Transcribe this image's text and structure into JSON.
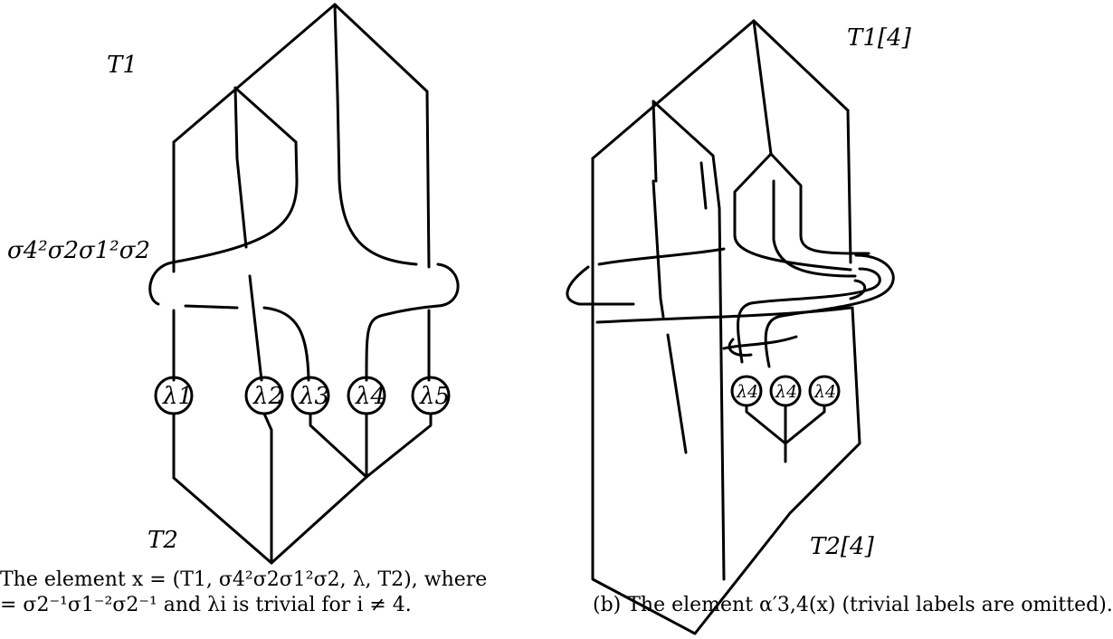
{
  "left": {
    "top_tree_label": "T1",
    "bottom_tree_label": "T2",
    "braid_label": "σ4²σ2σ1²σ2",
    "nodes": [
      "λ1",
      "λ2",
      "λ3",
      "λ4",
      "λ5"
    ]
  },
  "right": {
    "top_tree_label": "T1[4]",
    "bottom_tree_label": "T2[4]",
    "nodes": [
      "λ4",
      "λ4",
      "λ4"
    ]
  },
  "captions": {
    "a_line1": "The element x = (T1, σ4²σ2σ1²σ2, λ, T2), where",
    "a_line2": "= σ2⁻¹σ1⁻²σ2⁻¹ and λi is trivial for i ≠ 4.",
    "b": "(b) The element α′3,4(x) (trivial labels are omitted)."
  }
}
